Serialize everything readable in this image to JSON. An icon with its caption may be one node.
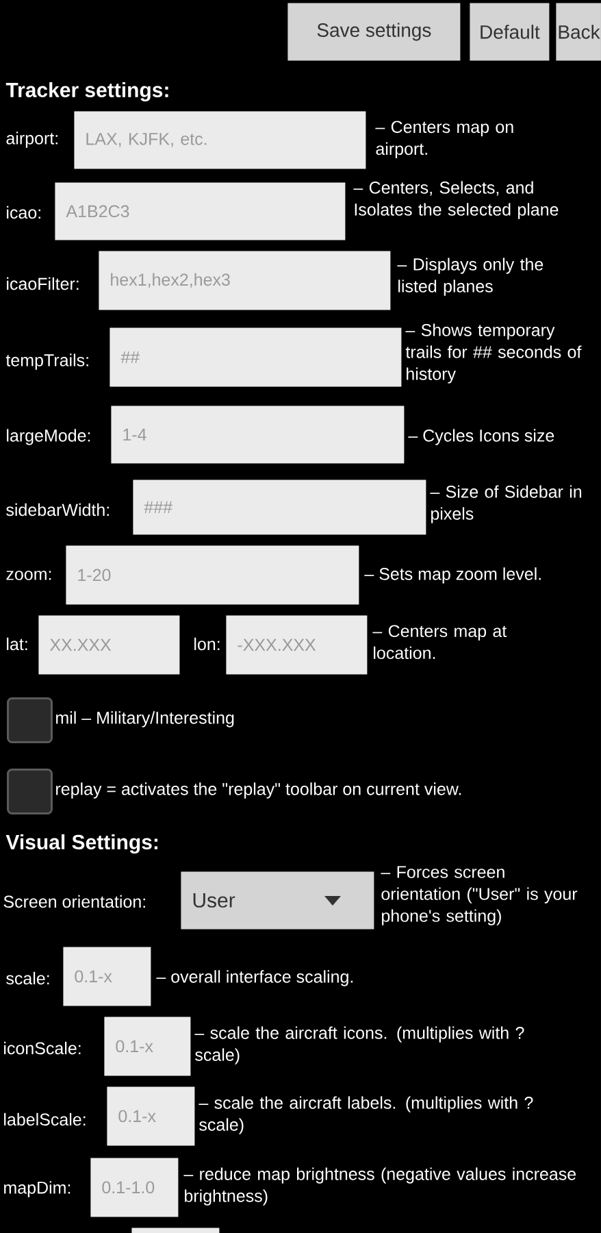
{
  "diagram": {
    "nodes": [
      {
        "text": [
          "Save settings"
        ]
      },
      {
        "text": [
          "Default"
        ]
      },
      {
        "text": [
          "Back"
        ]
      },
      {
        "text": [
          "LAX, KJFK, etc."
        ],
        "beside": [
          "airport:",
          "– Centers map on airport."
        ]
      },
      {
        "text": [
          "A1B2C3"
        ],
        "beside": [
          "icao:",
          "– Centers, Selects, and Isolates the selected plane"
        ]
      },
      {
        "text": [
          "hex1,hex2,hex3"
        ],
        "beside": [
          "icaoFilter:",
          "– Displays only the listed planes"
        ]
      },
      {
        "text": [
          "##"
        ],
        "beside": [
          "tempTrails:",
          "– Shows temporary trails for ## seconds of history"
        ]
      },
      {
        "text": [
          "1-4"
        ],
        "beside": [
          "largeMode:",
          "– Cycles Icons size"
        ]
      },
      {
        "text": [
          "###"
        ],
        "beside": [
          "sidebarWidth:",
          "– Size of Sidebar in pixels"
        ]
      },
      {
        "text": [
          "1-20"
        ],
        "beside": [
          "zoom:",
          "– Sets map zoom level."
        ]
      },
      {
        "text": [
          "XX.XXX"
        ],
        "beside": [
          "lat:"
        ]
      },
      {
        "text": [
          "-XXX.XXX"
        ],
        "beside": [
          "lon:",
          "– Centers map at location."
        ]
      },
      {
        "text": [],
        "shape": "box",
        "beside": [
          "mil – Military/Interesting"
        ]
      },
      {
        "text": [],
        "shape": "box",
        "beside": [
          "replay = activates the \"replay\" toolbar on current view."
        ]
      },
      {
        "text": [
          "User"
        ],
        "beside": [
          "Screen orientation:",
          "– Forces screen orientation (\"User\" is your phone's setting)"
        ]
      },
      {
        "text": [
          "0.1-x"
        ],
        "beside": [
          "scale:",
          "– overall interface scaling."
        ]
      },
      {
        "text": [
          "0.1-x"
        ],
        "beside": [
          "iconScale:",
          "– scale the aircraft icons. (multiplies with ? scale)"
        ]
      },
      {
        "text": [
          "0.1-x"
        ],
        "beside": [
          "labelScale:",
          "– scale the aircraft labels. (multiplies with ? scale)"
        ]
      },
      {
        "text": [
          "0.1-1.0"
        ],
        "beside": [
          "mapDim:",
          "– reduce map brightness (negative values increase brightness)"
        ]
      },
      {
        "text": [],
        "shape": "box"
      }
    ],
    "labels": [
      "Tracker settings:",
      "Visual Settings:"
    ]
  }
}
